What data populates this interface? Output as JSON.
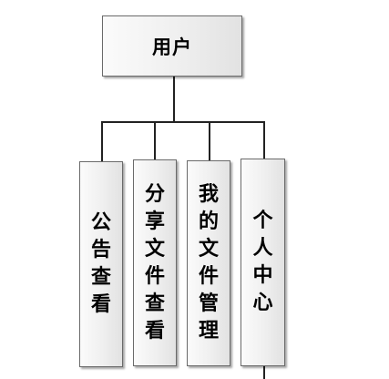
{
  "root": {
    "label": "用户"
  },
  "children": [
    {
      "label": "公告查看"
    },
    {
      "label": "分享文件查看"
    },
    {
      "label": "我的文件管理"
    },
    {
      "label": "个人中心"
    }
  ],
  "colors": {
    "box_border": "#6a6a6a",
    "box_fill_light": "#fbfbfb",
    "box_fill_dark": "#e2e2e2",
    "connector": "#222222"
  }
}
